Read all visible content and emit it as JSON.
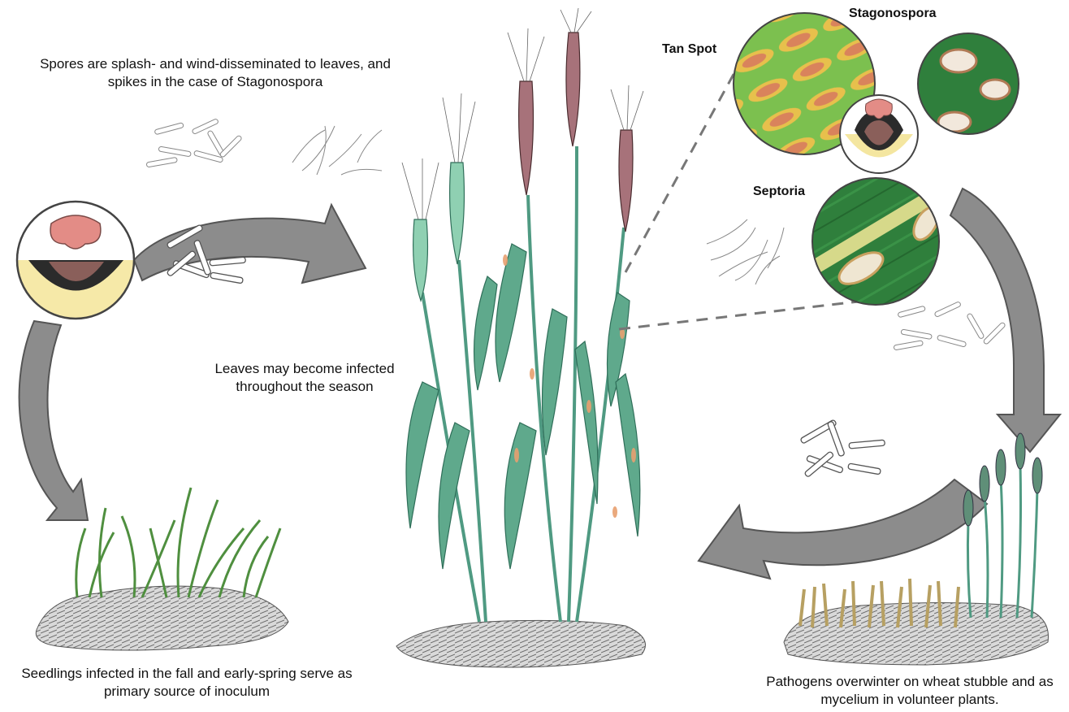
{
  "captions": {
    "spores_spread": "Spores are splash- and wind-disseminated to leaves, and spikes in the case of Stagonospora",
    "leaves_infected": "Leaves may become infected throughout the season",
    "seedlings": "Seedlings infected in the fall and early-spring serve as primary source of inoculum",
    "overwinter": "Pathogens overwinter on wheat stubble and as mycelium in volunteer plants."
  },
  "disease_labels": {
    "tan_spot": "Tan Spot",
    "stagonospora": "Stagonospora",
    "septoria": "Septoria"
  },
  "colors": {
    "cycle_arrow": "#8c8c8c",
    "leaf_green": "#3f8f6a",
    "lesion_tan": "#e8a070",
    "lesion_yellow": "#e8d84a",
    "stubble": "#b7a062",
    "fruiting_body": "#e38c86",
    "dark_pycnidia": "#2b2b2b",
    "yellow_halo": "#f4e6a0"
  }
}
